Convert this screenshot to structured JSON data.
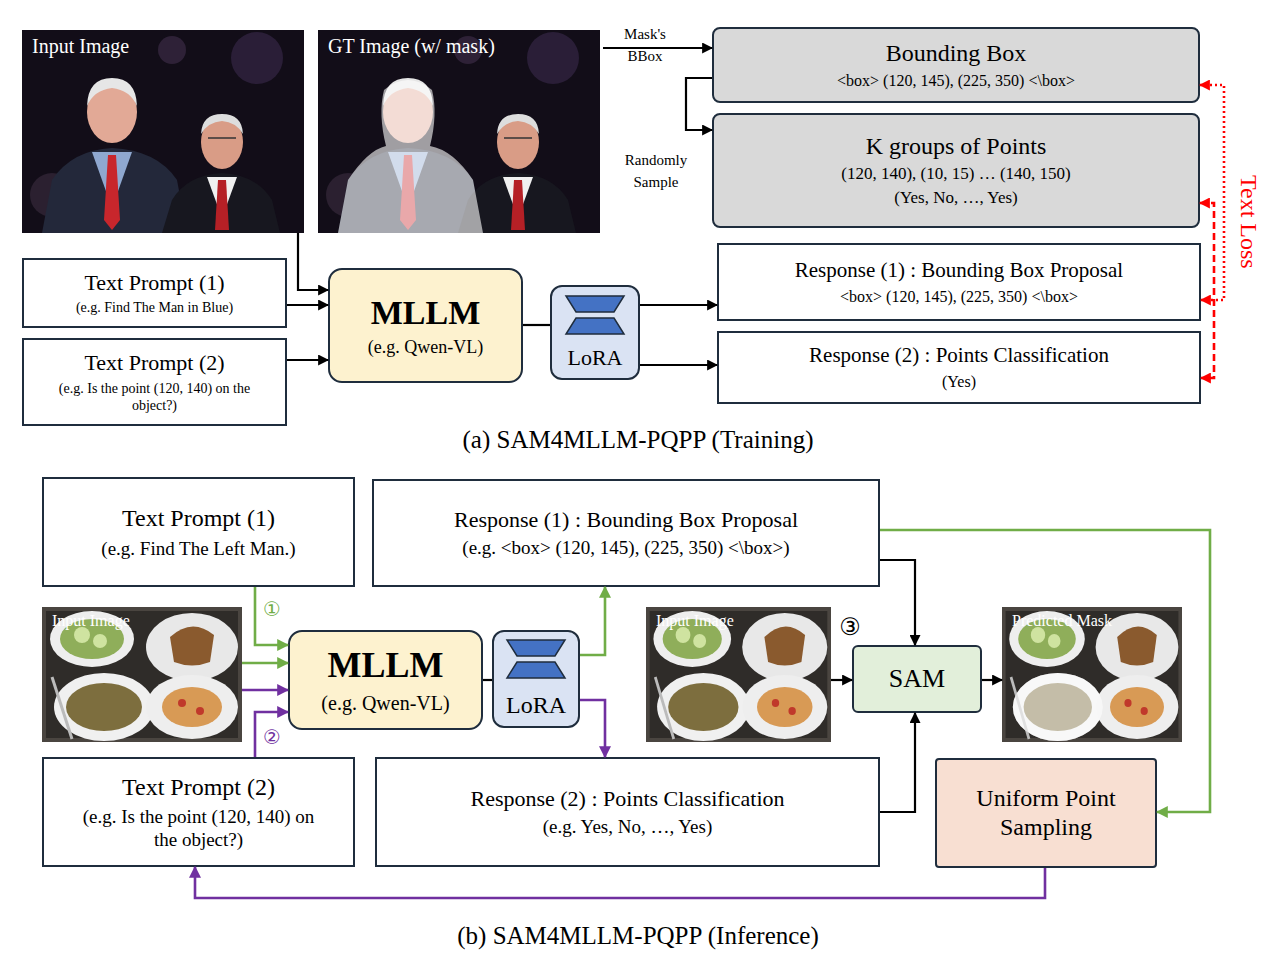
{
  "diagram": {
    "nodes": [
      {
        "text": [
          "Input Image"
        ]
      },
      {
        "text": [
          "GT Image (w/ mask)"
        ]
      },
      {
        "text": [
          "Bounding Box",
          "<box> (120, 145), (225, 350) <\\box>"
        ]
      },
      {
        "text": [
          "K groups of Points",
          "(120, 140), (10, 15) … (140, 150)",
          "(Yes, No, …, Yes)"
        ]
      },
      {
        "text": [
          "Text Prompt (1)",
          "(e.g. Find The Man in Blue)"
        ]
      },
      {
        "text": [
          "Text Prompt (2)",
          "(e.g. Is the point (120, 140) on the object?)"
        ]
      },
      {
        "text": [
          "MLLM",
          "(e.g. Qwen-VL)"
        ]
      },
      {
        "text": [
          "LoRA"
        ]
      },
      {
        "text": [
          "Response (1) : Bounding Box Proposal",
          "<box> (120, 145), (225, 350) <\\box>"
        ]
      },
      {
        "text": [
          "Response (2) : Points Classification",
          "(Yes)"
        ]
      },
      {
        "text": [
          "Text Prompt (1)",
          "(e.g. Find The Left Man.)"
        ]
      },
      {
        "text": [
          "Response (1) : Bounding Box Proposal",
          "(e.g. <box> (120, 145), (225, 350) <\\box>)"
        ]
      },
      {
        "text": [
          "Input Image"
        ]
      },
      {
        "text": [
          "MLLM",
          "(e.g. Qwen-VL)"
        ]
      },
      {
        "text": [
          "LoRA"
        ]
      },
      {
        "text": [
          "Input Image"
        ]
      },
      {
        "text": [
          "SAM"
        ]
      },
      {
        "text": [
          "Predicted Mask"
        ]
      },
      {
        "text": [
          "Text Prompt (2)",
          "(e.g. Is the point (120, 140) on the object?)"
        ]
      },
      {
        "text": [
          "Response (2) : Points Classification",
          "(e.g. Yes, No, …, Yes)"
        ]
      },
      {
        "text": [
          "Uniform Point Sampling"
        ]
      }
    ],
    "edges": [
      {
        "from": 0,
        "to": 6,
        "arrow": "to"
      },
      {
        "from": 1,
        "to": 2,
        "label": "Mask's BBox",
        "arrow": "to"
      },
      {
        "from": 2,
        "to": 3,
        "label": "Randomly Sample",
        "arrow": "to"
      },
      {
        "from": 4,
        "to": 6,
        "arrow": "to"
      },
      {
        "from": 5,
        "to": 6,
        "arrow": "to"
      },
      {
        "from": 6,
        "to": 7,
        "arrow": "none"
      },
      {
        "from": 7,
        "to": 8,
        "arrow": "to"
      },
      {
        "from": 7,
        "to": 9,
        "arrow": "to"
      },
      {
        "from": 2,
        "to": 8,
        "arrow": "both"
      },
      {
        "from": 3,
        "to": 9,
        "arrow": "both"
      },
      {
        "from": 10,
        "to": 13,
        "arrow": "to"
      },
      {
        "from": 12,
        "to": 13,
        "arrow": "to"
      },
      {
        "from": 12,
        "to": 13,
        "arrow": "to"
      },
      {
        "from": 18,
        "to": 13,
        "arrow": "to"
      },
      {
        "from": 13,
        "to": 14,
        "arrow": "none"
      },
      {
        "from": 14,
        "to": 11,
        "arrow": "to"
      },
      {
        "from": 14,
        "to": 19,
        "arrow": "to"
      },
      {
        "from": 11,
        "to": 16,
        "arrow": "to"
      },
      {
        "from": 19,
        "to": 16,
        "arrow": "to"
      },
      {
        "from": 15,
        "to": 16,
        "arrow": "to"
      },
      {
        "from": 16,
        "to": 17,
        "arrow": "to"
      },
      {
        "from": 11,
        "to": 20,
        "arrow": "to"
      },
      {
        "from": 20,
        "to": 18,
        "arrow": "to"
      }
    ],
    "labels": [
      "Text Loss",
      "(a) SAM4MLLM-PQPP (Training)",
      "①",
      "②",
      "③",
      "(b) SAM4MLLM-PQPP (Inference)"
    ]
  }
}
